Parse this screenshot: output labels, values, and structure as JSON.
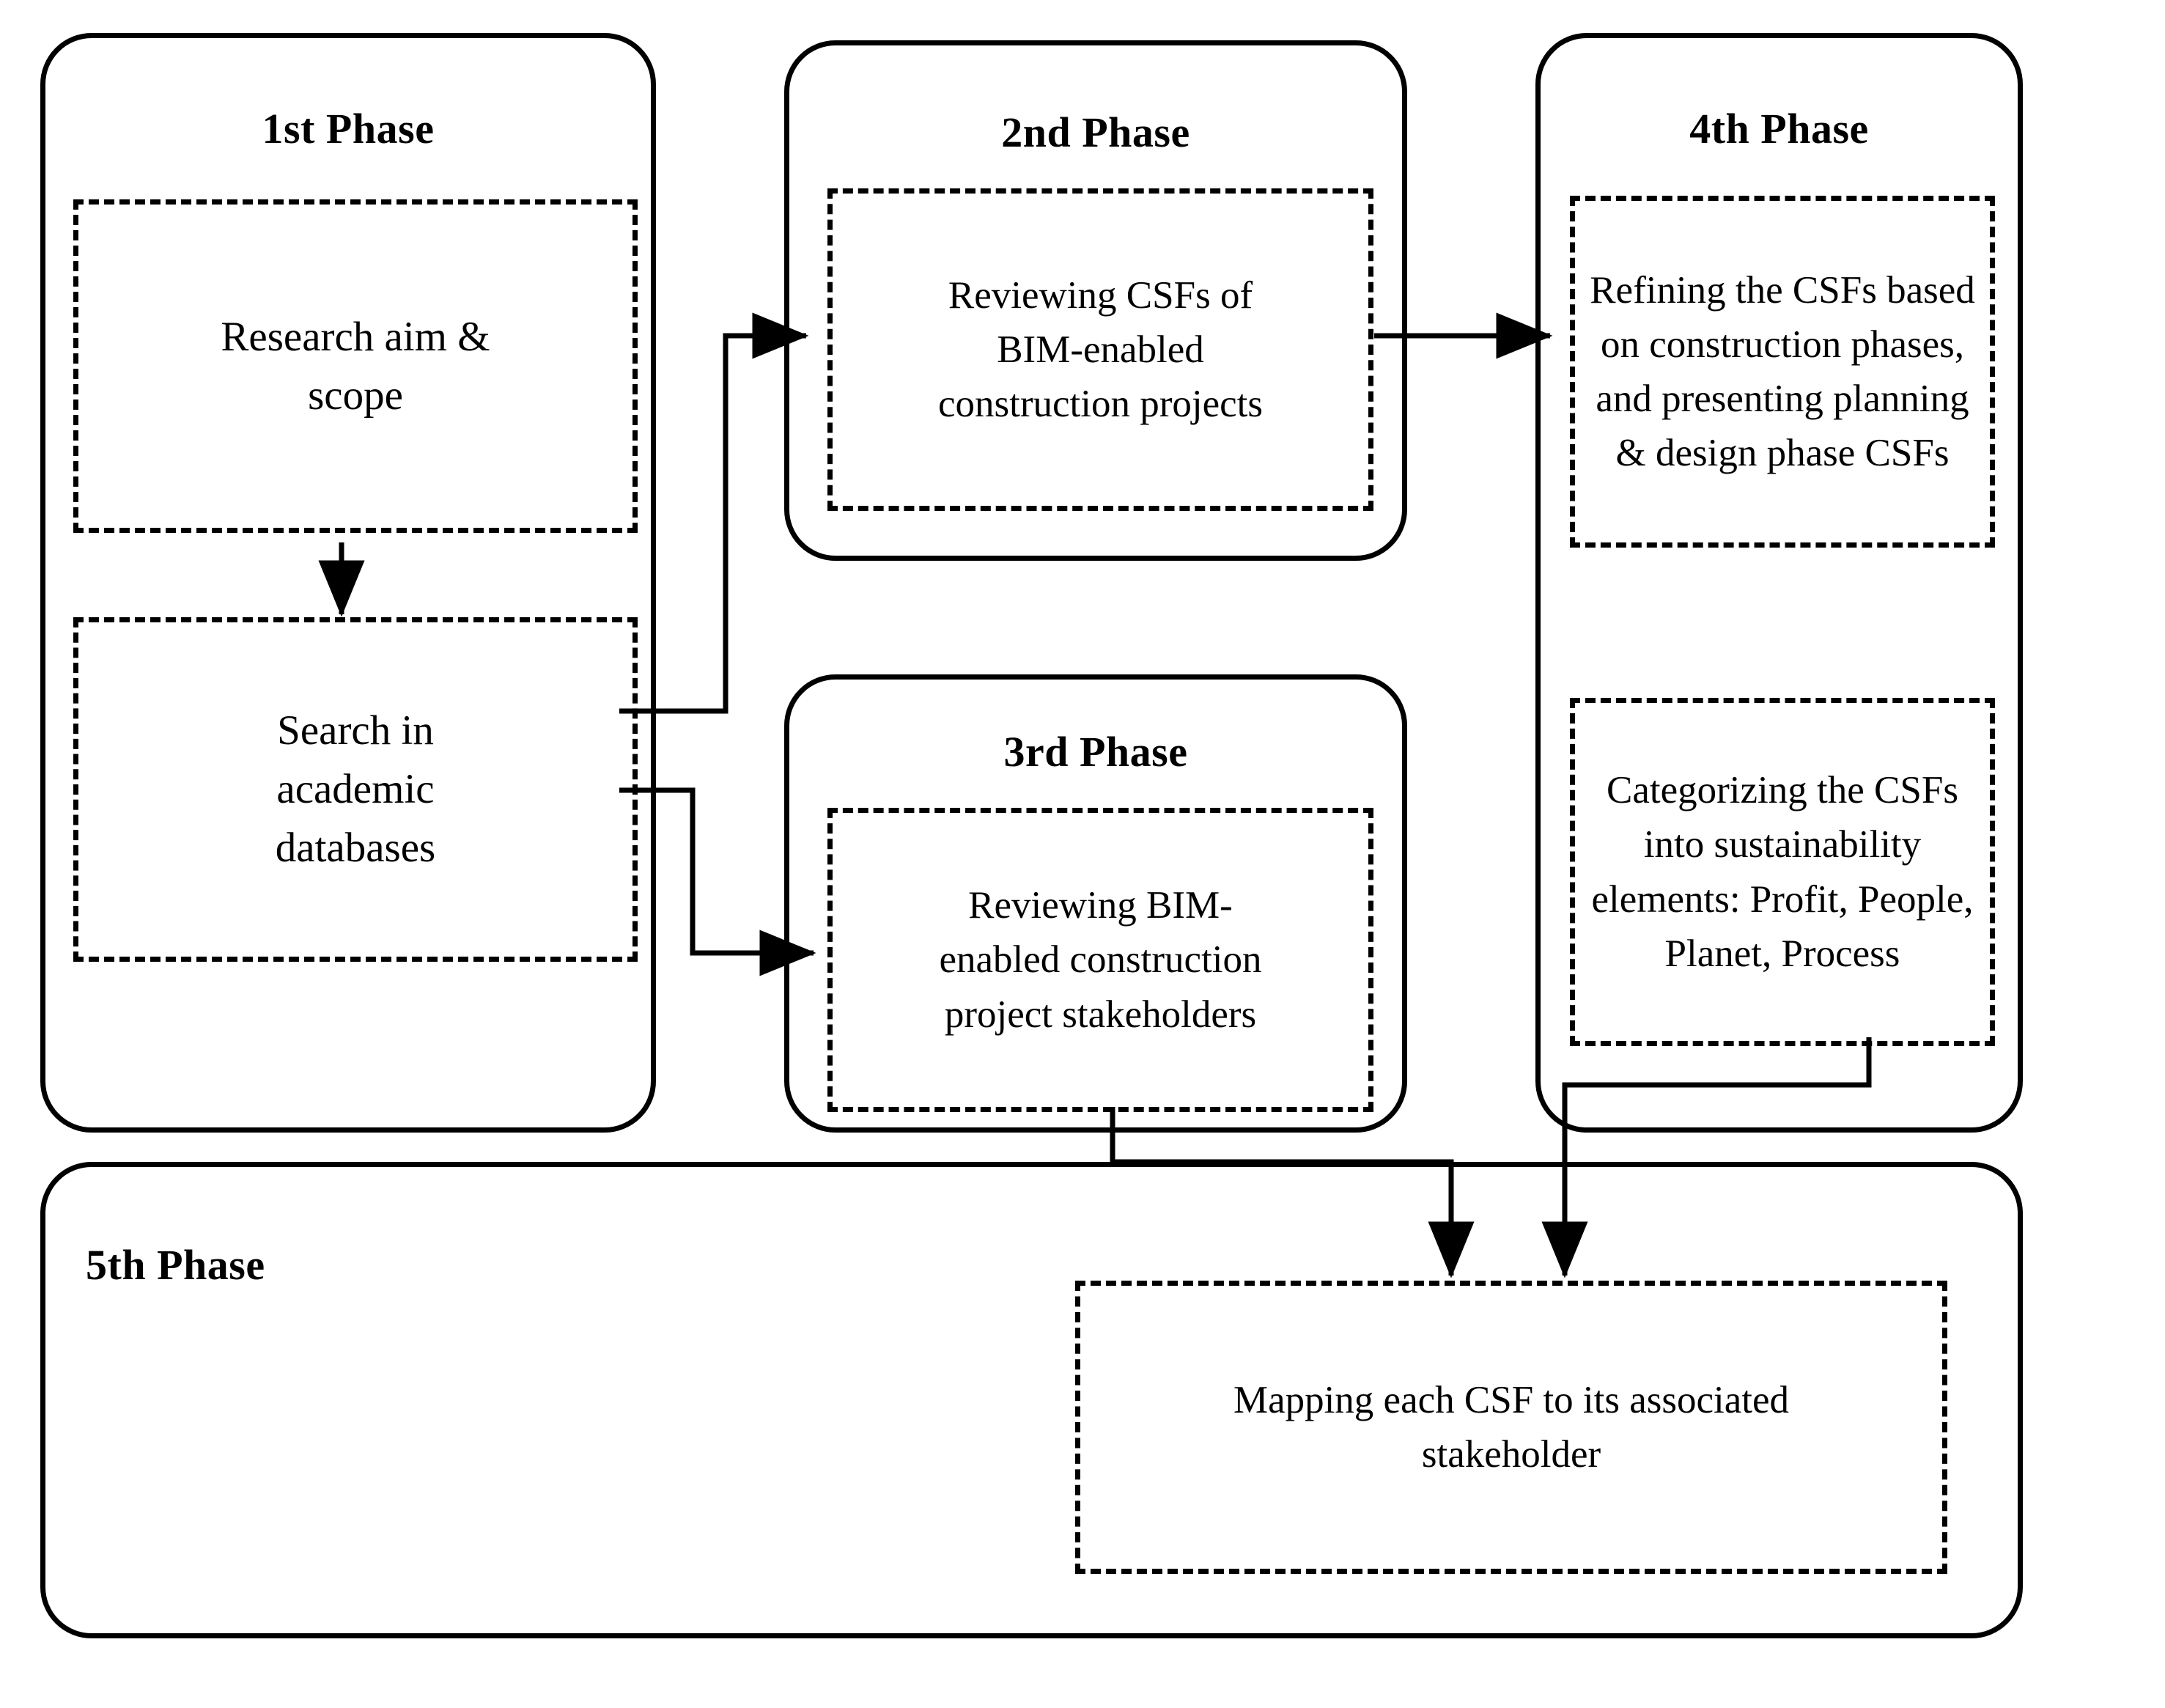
{
  "diagram": {
    "type": "flowchart",
    "title": "Research methodology phases flowchart",
    "background_color": "#ffffff",
    "line_color": "#000000",
    "phases": [
      {
        "id": "phase1",
        "title": "1st Phase",
        "steps": [
          {
            "id": "research-aim",
            "text": "Research aim &\nscope"
          },
          {
            "id": "search-databases",
            "text": "Search in\nacademic\ndatabases"
          }
        ]
      },
      {
        "id": "phase2",
        "title": "2nd Phase",
        "steps": [
          {
            "id": "reviewing-csfs",
            "text": "Reviewing CSFs of\nBIM-enabled\nconstruction projects"
          }
        ]
      },
      {
        "id": "phase3",
        "title": "3rd Phase",
        "steps": [
          {
            "id": "reviewing-stakeholders",
            "text": "Reviewing BIM-\nenabled construction\nproject stakeholders"
          }
        ]
      },
      {
        "id": "phase4",
        "title": "4th Phase",
        "steps": [
          {
            "id": "refining-csfs",
            "text": "Refining the CSFs based\non construction phases,\nand presenting planning\n& design phase CSFs"
          },
          {
            "id": "categorizing-csfs",
            "text": "Categorizing the CSFs\ninto sustainability\nelements: Profit, People,\nPlanet, Process"
          }
        ]
      },
      {
        "id": "phase5",
        "title": "5th Phase",
        "steps": [
          {
            "id": "mapping-csf",
            "text": "Mapping each CSF to its associated\nstakeholder"
          }
        ]
      }
    ],
    "connectors": [
      {
        "id": "aim-to-search",
        "from": "research-aim",
        "to": "search-databases",
        "style": "solid-arrow"
      },
      {
        "id": "phase1-to-phase2",
        "from": "search-databases",
        "to": "reviewing-csfs",
        "style": "solid-arrow"
      },
      {
        "id": "phase1-to-phase3",
        "from": "search-databases",
        "to": "reviewing-stakeholders",
        "style": "solid-arrow"
      },
      {
        "id": "phase2-to-phase4",
        "from": "reviewing-csfs",
        "to": "refining-csfs",
        "style": "solid-arrow"
      },
      {
        "id": "phase3-to-phase5",
        "from": "reviewing-stakeholders",
        "to": "mapping-csf",
        "style": "solid-arrow"
      },
      {
        "id": "phase4-to-phase5",
        "from": "categorizing-csfs",
        "to": "mapping-csf",
        "style": "solid-arrow"
      }
    ]
  }
}
